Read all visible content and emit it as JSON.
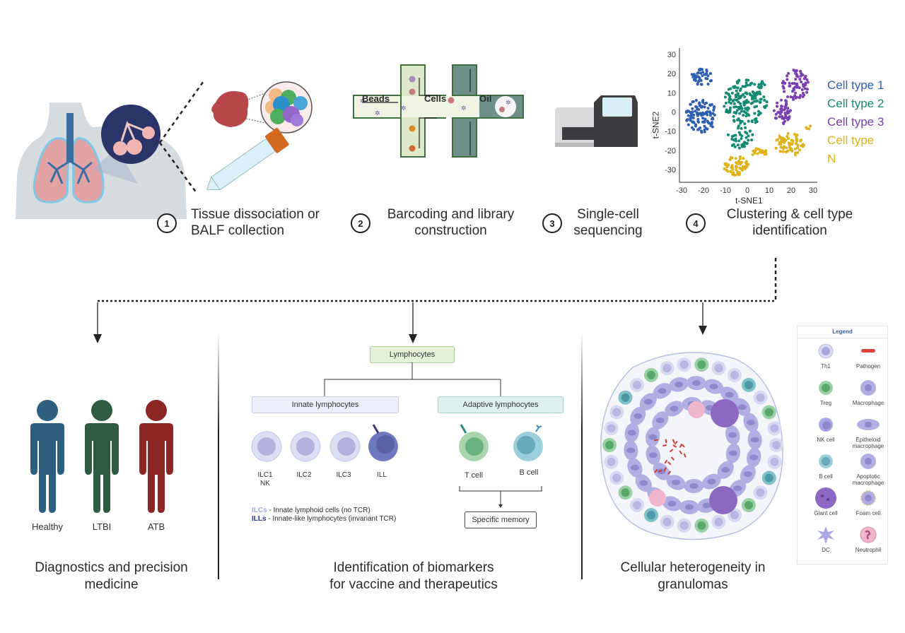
{
  "workflow": {
    "steps": [
      {
        "number": "1",
        "label_line1": "Tissue dissociation or",
        "label_line2": "BALF collection"
      },
      {
        "number": "2",
        "label_line1": "Barcoding and library",
        "label_line2": "construction"
      },
      {
        "number": "3",
        "label_line1": "Single-cell",
        "label_line2": "sequencing"
      },
      {
        "number": "4",
        "label_line1": "Clustering & cell type",
        "label_line2": "identification"
      }
    ],
    "microfluidics": {
      "beads": "Beads",
      "cells": "Cells",
      "oil": "Oil"
    }
  },
  "chart_data": {
    "type": "scatter",
    "title": "",
    "xlabel": "t-SNE1",
    "ylabel": "t-SNE2",
    "xlim": [
      -30,
      30
    ],
    "ylim": [
      -35,
      30
    ],
    "xticks": [
      "-30",
      "-20",
      "-10",
      "0",
      "10",
      "20",
      "30"
    ],
    "yticks": [
      "30",
      "20",
      "10",
      "0",
      "-10",
      "-20",
      "-30"
    ],
    "legend_position": "right",
    "series": [
      {
        "name": "Cell type 1",
        "color": "#2f5fb3",
        "clusters": [
          {
            "cx": -21,
            "cy": 18,
            "rx": 5,
            "ry": 4.5,
            "n": 45
          },
          {
            "cx": -21,
            "cy": -2,
            "rx": 7,
            "ry": 9,
            "n": 110
          }
        ]
      },
      {
        "name": "Cell type 2",
        "color": "#138a72",
        "clusters": [
          {
            "cx": -1,
            "cy": 5,
            "rx": 10,
            "ry": 12,
            "n": 170
          },
          {
            "cx": -3,
            "cy": -13,
            "rx": 6,
            "ry": 6,
            "n": 40
          },
          {
            "cx": 7,
            "cy": 14,
            "rx": 2,
            "ry": 2,
            "n": 8
          }
        ]
      },
      {
        "name": "Cell type 3",
        "color": "#7a3fb0",
        "clusters": [
          {
            "cx": 22,
            "cy": 14,
            "rx": 6,
            "ry": 8,
            "n": 70
          },
          {
            "cx": 16,
            "cy": 0,
            "rx": 4,
            "ry": 7,
            "n": 50
          }
        ]
      },
      {
        "name": "Cell type N",
        "color": "#e0b21a",
        "clusters": [
          {
            "cx": -5,
            "cy": -28,
            "rx": 6,
            "ry": 5,
            "n": 60
          },
          {
            "cx": 5,
            "cy": -21,
            "rx": 4,
            "ry": 2.5,
            "n": 20
          },
          {
            "cx": 19,
            "cy": -17,
            "rx": 7,
            "ry": 6,
            "n": 70
          },
          {
            "cx": 28,
            "cy": -8,
            "rx": 1.5,
            "ry": 1.5,
            "n": 4
          }
        ]
      }
    ]
  },
  "diagnostics": {
    "people": [
      {
        "label": "Healthy",
        "color": "#2d5f7e"
      },
      {
        "label": "LTBI",
        "color": "#2f5b42"
      },
      {
        "label": "ATB",
        "color": "#8b2624"
      }
    ],
    "title_line1": "Diagnostics and precision",
    "title_line2": "medicine"
  },
  "biomarkers": {
    "root": "Lymphocytes",
    "innate": {
      "label": "Innate lymphocytes",
      "cells": [
        {
          "line1": "ILC1",
          "line2": "NK"
        },
        {
          "line1": "ILC2",
          "line2": ""
        },
        {
          "line1": "ILC3",
          "line2": ""
        },
        {
          "line1": "ILL",
          "line2": ""
        }
      ]
    },
    "adaptive": {
      "label": "Adaptive lymphocytes",
      "cells": [
        {
          "line1": "T cell"
        },
        {
          "line1": "B cell"
        }
      ],
      "result": "Specific memory"
    },
    "notes": [
      {
        "abbr": "ILCs",
        "text": " - Innate lymphoid cells (no TCR)",
        "color": "#9fb0e0"
      },
      {
        "abbr": "ILLs",
        "text": " - Innate-like lymphocytes (invariant TCR)",
        "color": "#2b3a8a"
      }
    ],
    "title_line1": "Identification of biomarkers",
    "title_line2": "for vaccine and therapeutics"
  },
  "granuloma": {
    "title_line1": "Cellular heterogeneity in",
    "title_line2": "granulomas",
    "legend": {
      "title": "Legend",
      "items": [
        {
          "label": "Th1",
          "icon": "th1-cell-icon"
        },
        {
          "label": "Pathogen",
          "icon": "pathogen-icon"
        },
        {
          "label": "Treg",
          "icon": "treg-cell-icon"
        },
        {
          "label": "Macrophage",
          "icon": "macrophage-icon"
        },
        {
          "label": "NK cell",
          "icon": "nk-cell-icon"
        },
        {
          "label": "Epitheloid macrophage",
          "icon": "epitheloid-macrophage-icon"
        },
        {
          "label": "B cell",
          "icon": "b-cell-icon"
        },
        {
          "label": "Apoptotic macrophage",
          "icon": "apoptotic-macrophage-icon"
        },
        {
          "label": "Giant cell",
          "icon": "giant-cell-icon"
        },
        {
          "label": "Foam cell",
          "icon": "foam-cell-icon"
        },
        {
          "label": "DC",
          "icon": "dendritic-cell-icon"
        },
        {
          "label": "Neutrophil",
          "icon": "neutrophil-icon"
        }
      ]
    }
  }
}
